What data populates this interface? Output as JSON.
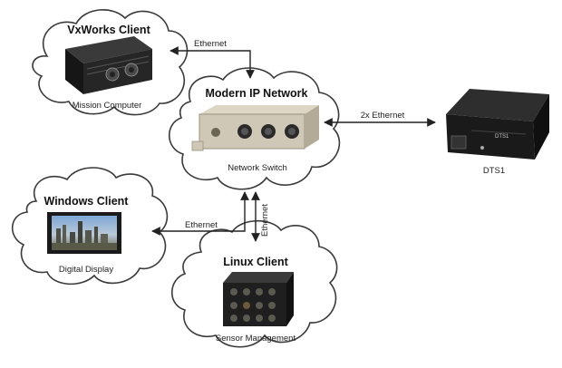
{
  "nodes": {
    "vxworks": {
      "title": "VxWorks Client",
      "caption": "Mission Computer"
    },
    "network": {
      "title": "Modern IP Network",
      "caption": "Network Switch"
    },
    "windows": {
      "title": "Windows Client",
      "caption": "Digital Display"
    },
    "linux": {
      "title": "Linux Client",
      "caption": "Sensor Management"
    },
    "dts": {
      "caption": "DTS1",
      "device_label": "DTS1"
    }
  },
  "links": {
    "vx_net": "Ethernet",
    "net_dts": "2x Ethernet",
    "net_win": "Ethernet",
    "net_linux": "Ethernet"
  },
  "colors": {
    "cloud_stroke": "#3a3a3a",
    "arrow": "#222222",
    "device_dark": "#1c1c1c",
    "switch_body": "#cfc8b6"
  }
}
